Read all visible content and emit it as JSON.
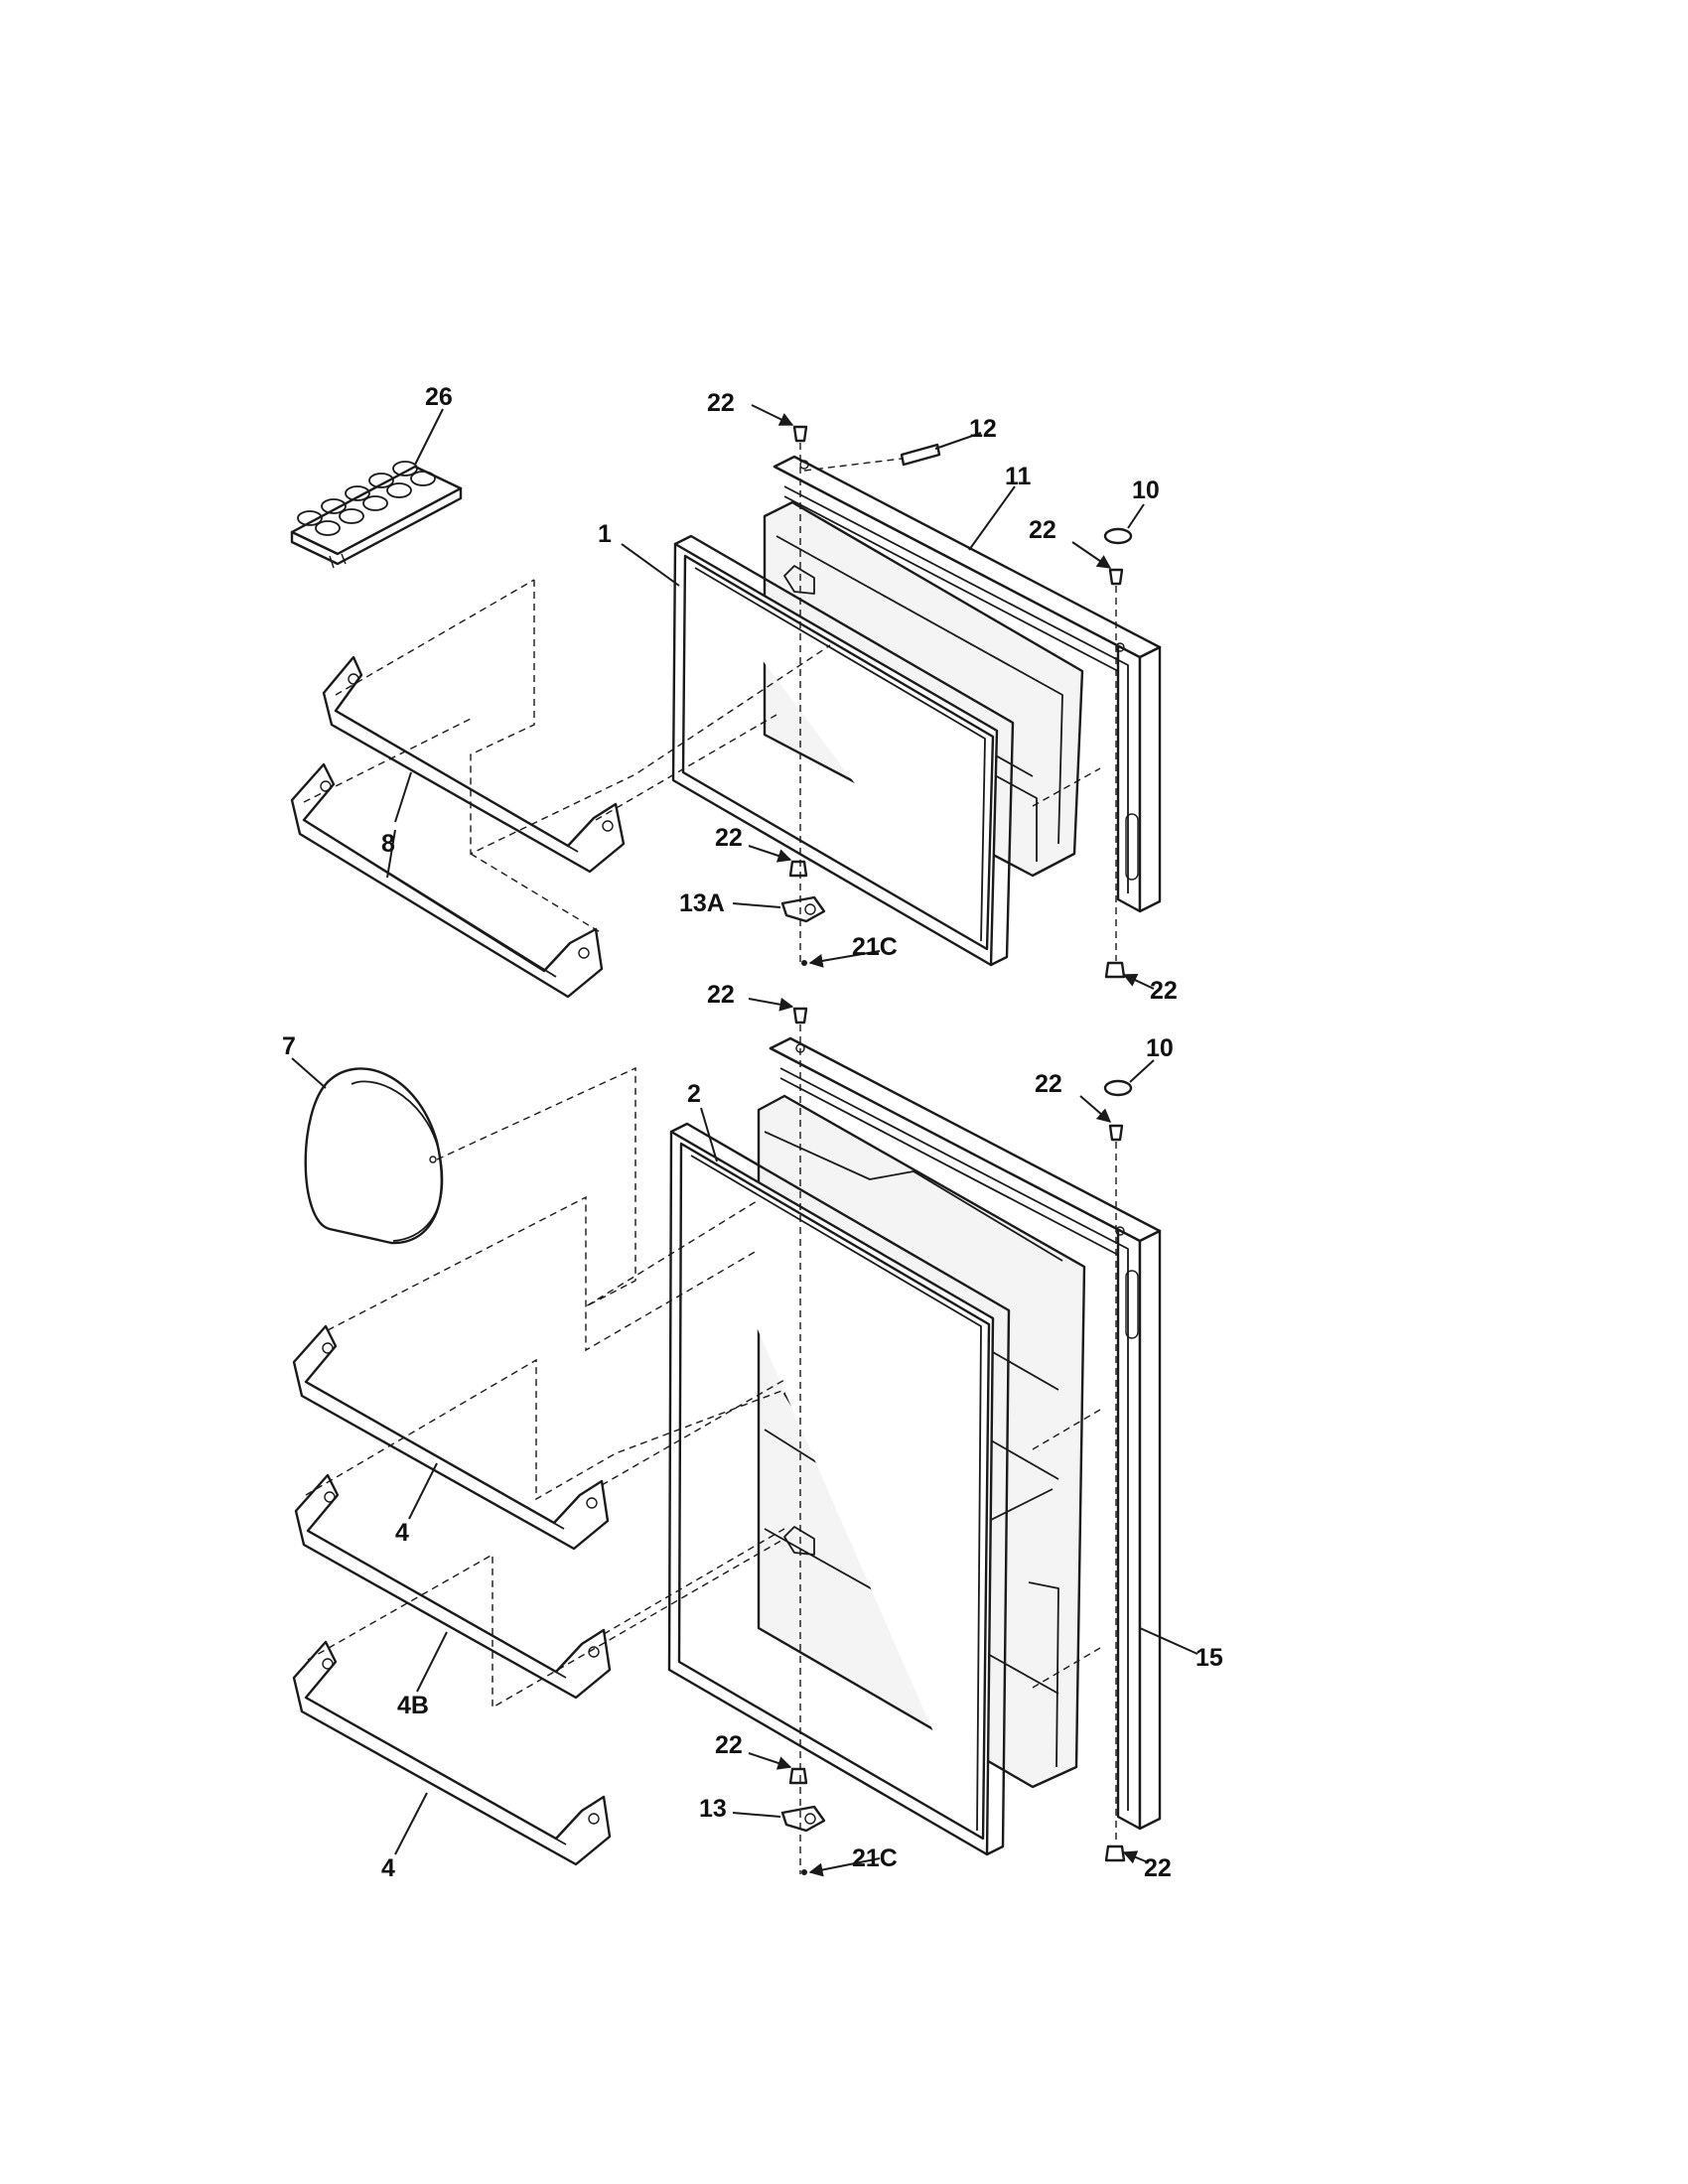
{
  "callouts": {
    "c1": "1",
    "c2": "2",
    "c4_upper": "4",
    "c4_lower": "4",
    "c4b": "4B",
    "c7": "7",
    "c8": "8",
    "c10_top": "10",
    "c10_bottom": "10",
    "c11": "11",
    "c12": "12",
    "c13": "13",
    "c13a": "13A",
    "c15": "15",
    "c21c_top": "21C",
    "c21c_bottom": "21C",
    "c22_a": "22",
    "c22_b": "22",
    "c22_c": "22",
    "c22_d": "22",
    "c22_e": "22",
    "c22_f": "22",
    "c22_g": "22",
    "c22_h": "22",
    "c26": "26"
  }
}
